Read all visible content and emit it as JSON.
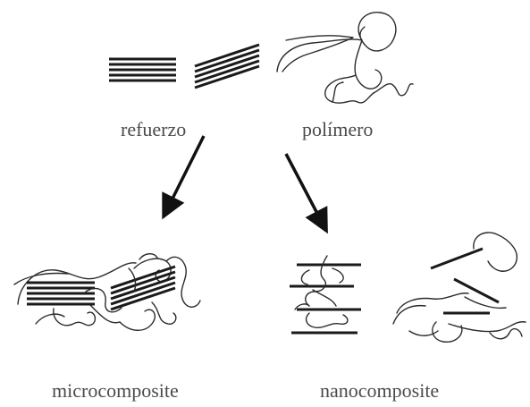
{
  "labels": {
    "reinforcement": "refuerzo",
    "polymer": "polímero",
    "microcomposite": "microcomposite",
    "nanocomposite": "nanocomposite"
  }
}
